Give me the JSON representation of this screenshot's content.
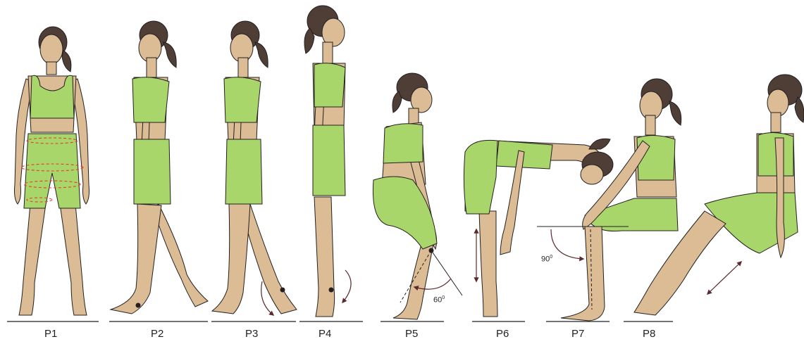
{
  "poses": [
    {
      "label": "P1"
    },
    {
      "label": "P2"
    },
    {
      "label": "P3"
    },
    {
      "label": "P4"
    },
    {
      "label": "P5"
    },
    {
      "label": "P6"
    },
    {
      "label": "P7"
    },
    {
      "label": "P8"
    }
  ],
  "annotations": {
    "p5_angle_value": "60",
    "p5_angle_unit": "0",
    "p7_angle_value": "90",
    "p7_angle_unit": "0"
  },
  "colors": {
    "skin": "#dbbc94",
    "garment": "#a9d66b",
    "hair": "#4e3e36",
    "outline": "#231f20",
    "measure_line": "#e0402b",
    "arrow": "#5a2a2e"
  }
}
